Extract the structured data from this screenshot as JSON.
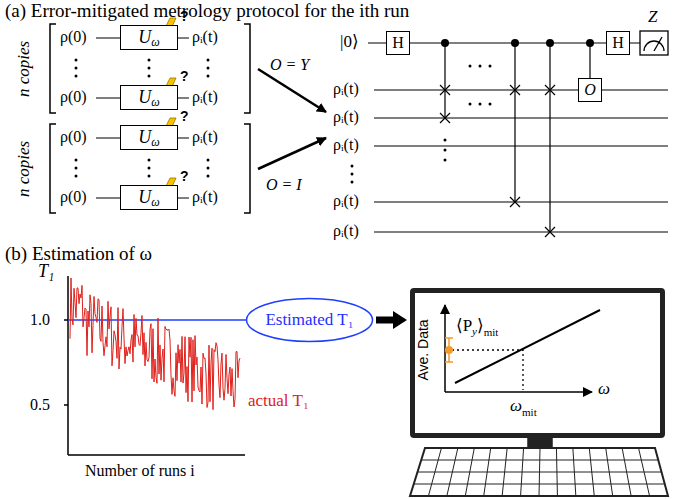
{
  "diagram": {
    "nodes": [
      {
        "text": [
          "U",
          "ω",
          "?"
        ]
      },
      {
        "text": [
          "U",
          "ω",
          "?"
        ]
      },
      {
        "text": [
          "U",
          "ω",
          "?"
        ]
      },
      {
        "text": [
          "U",
          "ω",
          "?"
        ]
      },
      {
        "text": [
          "H"
        ]
      },
      {
        "text": [
          "O"
        ]
      },
      {
        "text": [
          "H"
        ]
      },
      {
        "text": [
          "Estimated T₁"
        ]
      },
      {
        "text": [
          "Ave. Data",
          "⟨P",
          "y",
          "⟩",
          "mit",
          "ω",
          "mit",
          "ω"
        ]
      }
    ],
    "edges": [
      {
        "from": 7,
        "to": 8,
        "arrow": "to"
      }
    ],
    "labels": [
      "(a) Error-mitigated metrology protocol for the ith run",
      "n copies",
      "ρ(0)",
      "ρ(0)",
      "ρᵢ(t)",
      "ρᵢ(t)",
      "n copies",
      "ρ(0)",
      "ρ(0)",
      "ρᵢ(t)",
      "ρᵢ(t)",
      "O = Y",
      "O = I",
      "|0⟩",
      "ρᵢ(t)",
      "ρᵢ(t)",
      "ρᵢ(t)",
      "ρᵢ(t)",
      "ρᵢ(t)",
      "Z",
      "(b) Estimation of ω",
      "T₁",
      "1.0",
      "0.5",
      "actual T₁",
      "Number of runs i"
    ]
  }
}
